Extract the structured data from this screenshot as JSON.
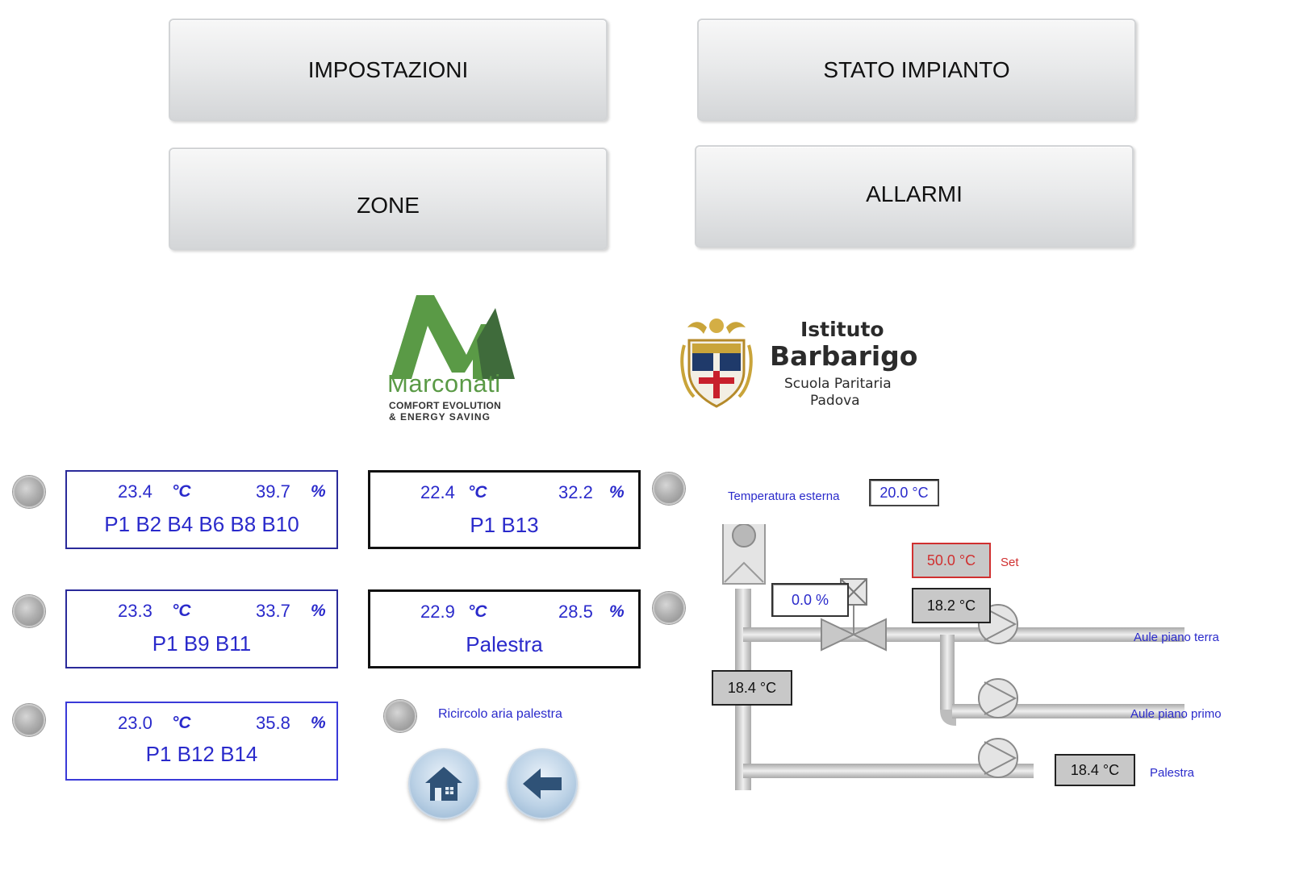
{
  "nav": {
    "impostazioni": "IMPOSTAZIONI",
    "stato_impianto": "STATO IMPIANTO",
    "zone": "ZONE",
    "allarmi": "ALLARMI"
  },
  "logos": {
    "marconati": {
      "name": "Marconati",
      "tagline_1": "COMFORT EVOLUTION",
      "tagline_2": "& ENERGY SAVING"
    },
    "barbarigo": {
      "line1": "Istituto",
      "line2": "Barbarigo",
      "line3": "Scuola Paritaria",
      "line4": "Padova"
    }
  },
  "zones": [
    {
      "temp": "23.4",
      "temp_unit": "°C",
      "hum": "39.7",
      "hum_unit": "%",
      "name": "P1 B2 B4 B6 B8 B10"
    },
    {
      "temp": "22.4",
      "temp_unit": "°C",
      "hum": "32.2",
      "hum_unit": "%",
      "name": "P1 B13"
    },
    {
      "temp": "23.3",
      "temp_unit": "°C",
      "hum": "33.7",
      "hum_unit": "%",
      "name": "P1 B9 B11"
    },
    {
      "temp": "22.9",
      "temp_unit": "°C",
      "hum": "28.5",
      "hum_unit": "%",
      "name": "Palestra"
    },
    {
      "temp": "23.0",
      "temp_unit": "°C",
      "hum": "35.8",
      "hum_unit": "%",
      "name": "P1 B12 B14"
    }
  ],
  "ricircolo_label": "Ricircolo aria palestra",
  "icons": {
    "home": "home-icon",
    "back": "back-arrow-icon"
  },
  "plant": {
    "outdoor_label": "Temperatura esterna",
    "outdoor_temp": "20.0 °C",
    "set_temp": "50.0 °C",
    "set_label": "Set",
    "valve_opening": "0.0 %",
    "supply_temp": "18.2 °C",
    "boiler_temp": "18.4 °C",
    "palestra_temp": "18.4 °C",
    "circuit_1": "Aule piano terra",
    "circuit_2": "Aule piano primo",
    "circuit_3": "Palestra"
  },
  "colors": {
    "label_blue": "#2a2acb",
    "alarm_red": "#d03030",
    "marconati_green": "#5a9a46"
  }
}
